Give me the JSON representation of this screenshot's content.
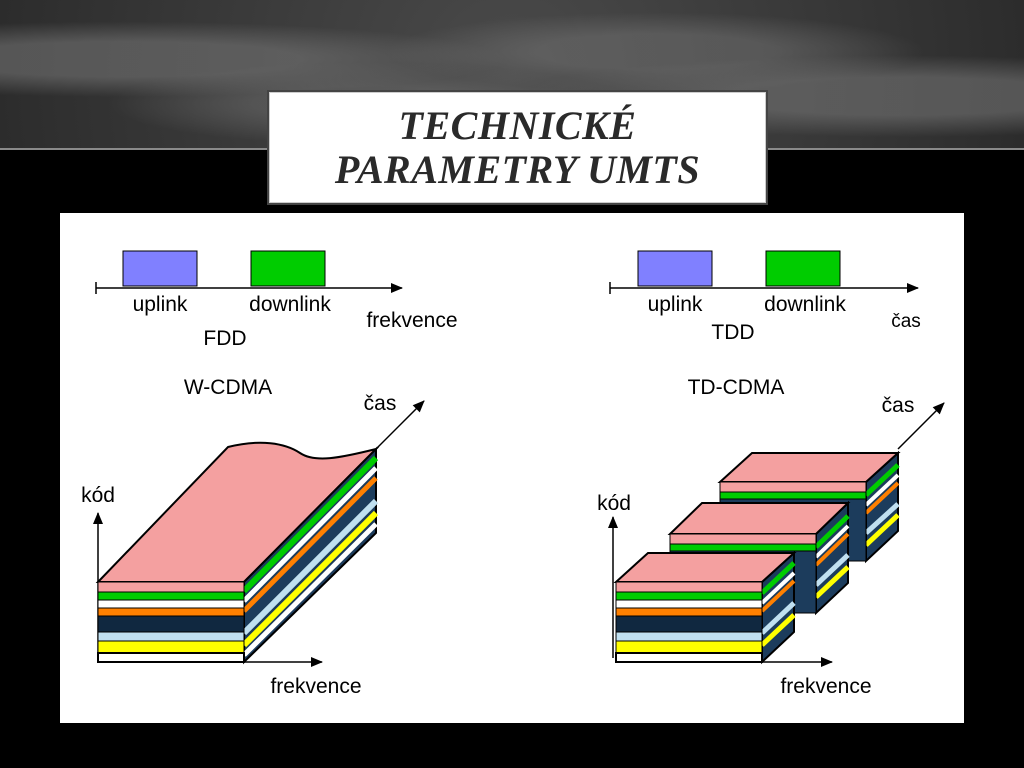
{
  "slide": {
    "title": "TECHNICKÉ PARAMETRY UMTS"
  },
  "diagram": {
    "fdd": {
      "band_labels": [
        "uplink",
        "downlink"
      ],
      "axis_label": "frekvence",
      "mode_label": "FDD"
    },
    "tdd": {
      "band_labels": [
        "uplink",
        "downlink"
      ],
      "axis_label": "čas",
      "mode_label": "TDD"
    },
    "wcdma": {
      "title": "W-CDMA",
      "axis_time": "čas",
      "axis_code": "kód",
      "axis_freq": "frekvence"
    },
    "tdcdma": {
      "title": "TD-CDMA",
      "axis_time": "čas",
      "axis_code": "kód",
      "axis_freq": "frekvence"
    },
    "colors": {
      "uplink": "#8080ff",
      "downlink": "#00cc00",
      "top_face": "#f4a0a0",
      "layers": [
        "#f4a0a0",
        "#00cc00",
        "#ffffff",
        "#ff8000",
        "#102840",
        "#c0e0f0",
        "#ffff00",
        "#ffffff"
      ]
    }
  }
}
